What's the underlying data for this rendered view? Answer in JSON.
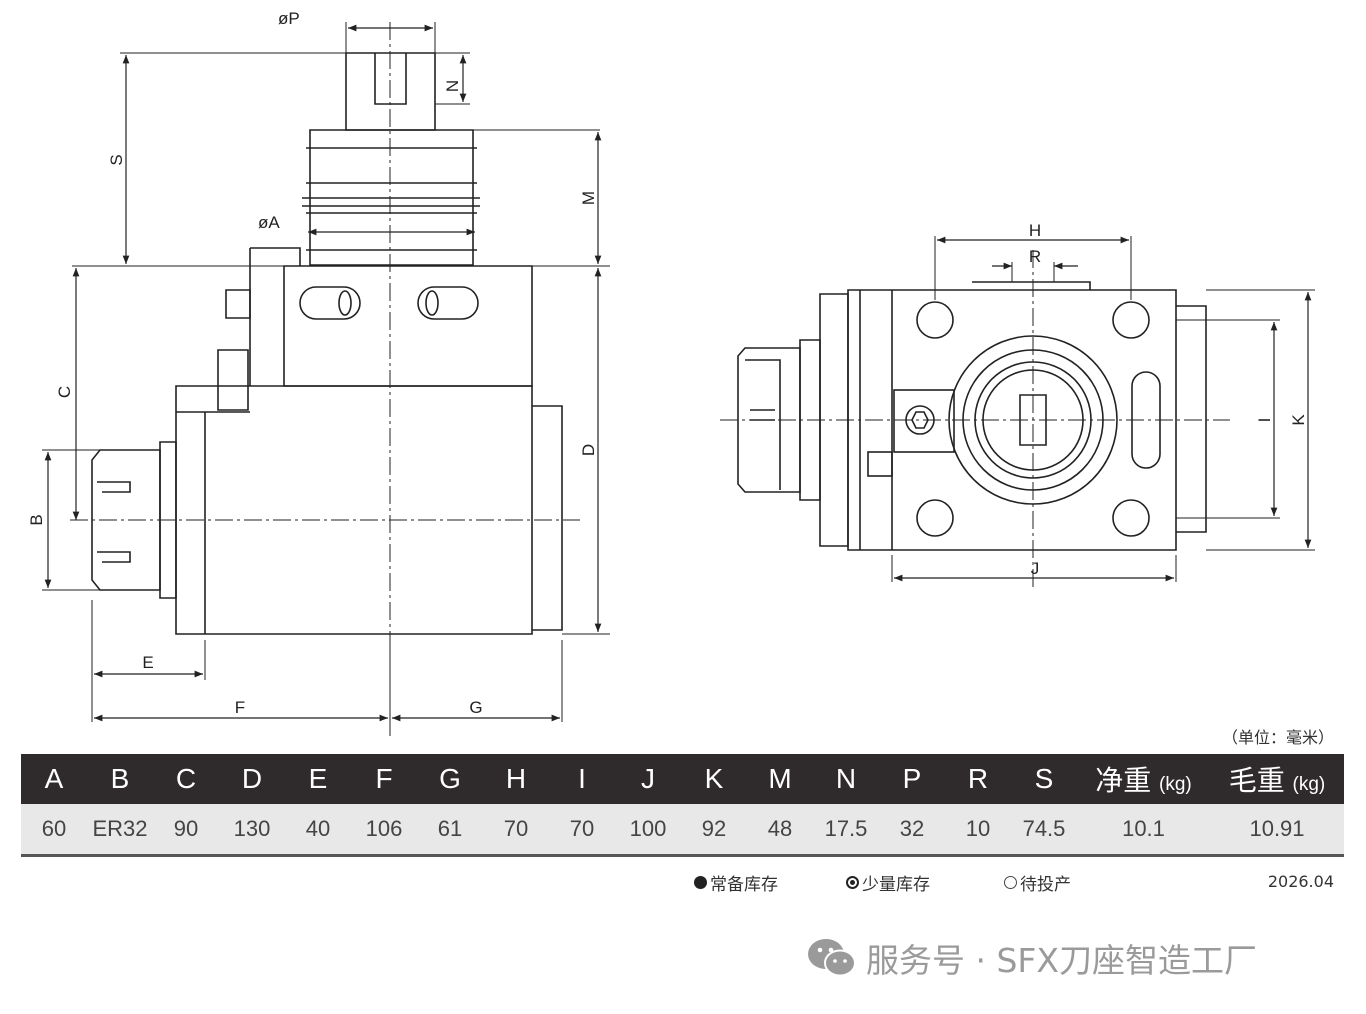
{
  "unit_note": "（单位：毫米）",
  "dimension_labels": {
    "P": "øP",
    "N": "N",
    "S": "S",
    "M": "M",
    "A": "øA",
    "C": "C",
    "D": "D",
    "B": "B",
    "E": "E",
    "F": "F",
    "G": "G",
    "H": "H",
    "R": "R",
    "I": "I",
    "K": "K",
    "J": "J"
  },
  "table": {
    "headers": [
      "A",
      "B",
      "C",
      "D",
      "E",
      "F",
      "G",
      "H",
      "I",
      "J",
      "K",
      "M",
      "N",
      "P",
      "R",
      "S"
    ],
    "net_weight_label": "净重",
    "gross_weight_label": "毛重",
    "weight_unit": "(kg)",
    "values": [
      "60",
      "ER32",
      "90",
      "130",
      "40",
      "106",
      "61",
      "70",
      "70",
      "100",
      "92",
      "48",
      "17.5",
      "32",
      "10",
      "74.5",
      "10.1",
      "10.91"
    ]
  },
  "legend": {
    "in_stock": "常备库存",
    "low_stock": "少量库存",
    "pending": "待投产"
  },
  "date": "2026.04",
  "watermark": "服务号 · SFX刀座智造工厂"
}
